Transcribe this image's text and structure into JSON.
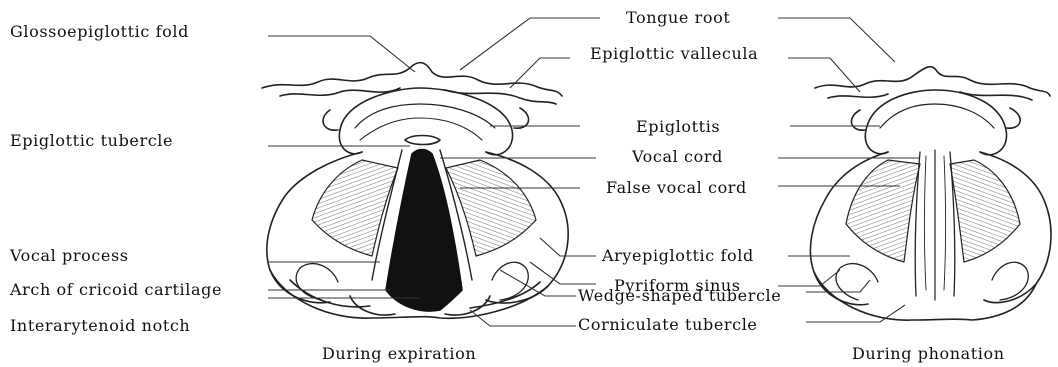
{
  "labels_left": [
    "Glossoepiglottic fold",
    "Epiglottic tubercle",
    "Vocal process",
    "Arch of cricoid cartilage",
    "Interarytenoid notch"
  ],
  "labels_center": [
    "Tongue root",
    "Epiglottic vallecula",
    "Epiglottis",
    "Vocal cord",
    "False vocal cord",
    "Aryepiglottic fold",
    "Pyriform sinus",
    "Wedge-shaped tubercle",
    "Corniculate tubercle"
  ],
  "captions": {
    "left": "During expiration",
    "right": "During phonation"
  }
}
